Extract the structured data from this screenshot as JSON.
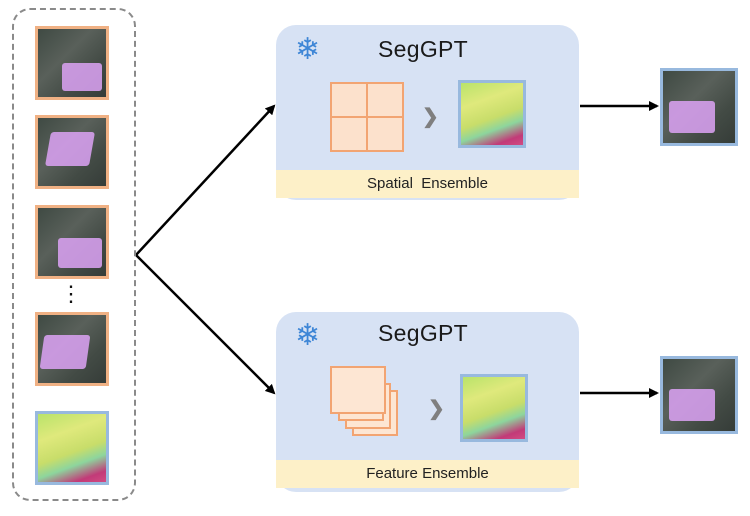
{
  "inputs": {
    "thumbnails": [
      {
        "kind": "prompt-image-mask"
      },
      {
        "kind": "prompt-image-mask"
      },
      {
        "kind": "prompt-image-mask"
      },
      {
        "kind": "prompt-image-mask"
      },
      {
        "kind": "query-image"
      }
    ],
    "ellipsis": "⋮"
  },
  "top_panel": {
    "title": "SegGPT",
    "ensemble_label": "Spatial  Ensemble",
    "icon": "snowflake-icon",
    "arrow_icon": "chevron-right-icon"
  },
  "bottom_panel": {
    "title": "SegGPT",
    "ensemble_label": "Feature Ensemble",
    "icon": "snowflake-icon",
    "arrow_icon": "chevron-right-icon"
  },
  "colors": {
    "panel_bg": "#d7e2f4",
    "ensemble_bar": "#fdf0c8",
    "prompt_border": "#f0b184",
    "query_border": "#98b9de",
    "mask": "#d8a1f0",
    "snowflake": "#3e86d6"
  }
}
